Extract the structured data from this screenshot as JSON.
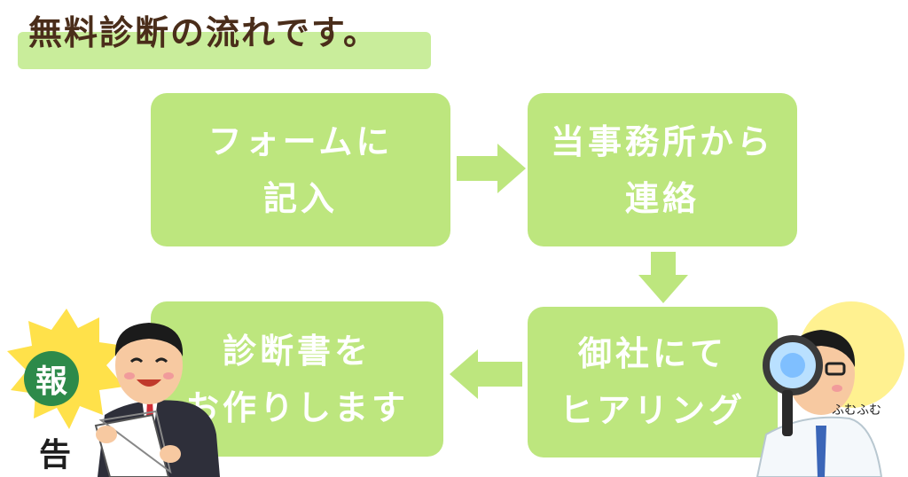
{
  "title": "無料診断の流れです。",
  "steps": [
    {
      "line1": "フォームに",
      "line2": "記入"
    },
    {
      "line1": "当事務所から",
      "line2": "連絡"
    },
    {
      "line1": "御社にて",
      "line2": "ヒアリング"
    },
    {
      "line1": "診断書を",
      "line2": "お作りします"
    }
  ],
  "report_badge": {
    "char1": "報",
    "char2": "告"
  },
  "fumu_caption": "ふむふむ",
  "colors": {
    "box": "#bde67e",
    "arrow": "#bde67e",
    "title_bar": "#c9ed9b",
    "title_text": "#4a2d1a",
    "box_text": "#ffffff"
  }
}
